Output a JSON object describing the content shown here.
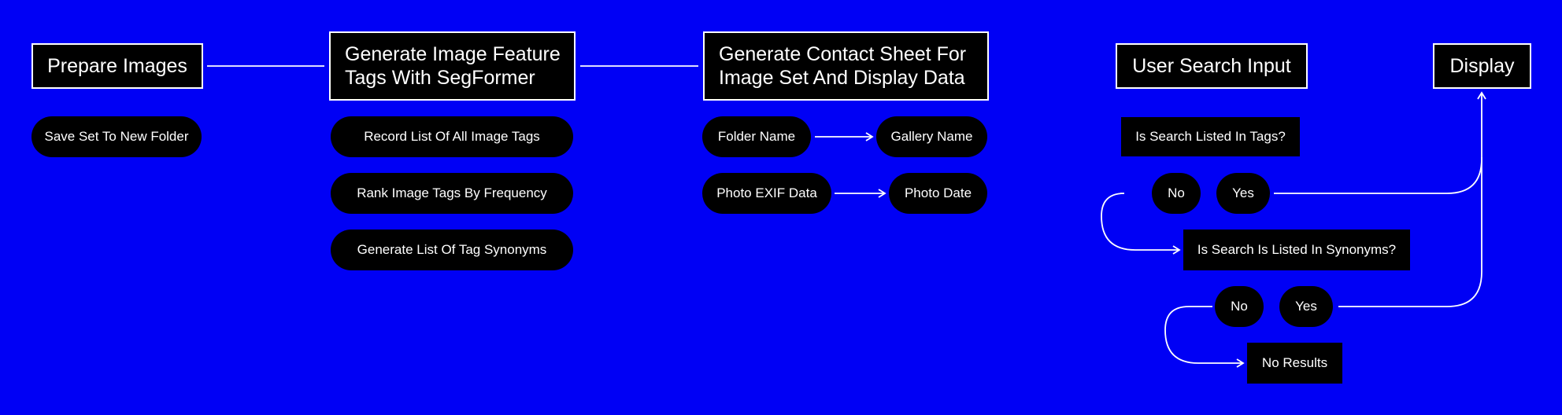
{
  "stages": {
    "prepare": "Prepare Images",
    "segformer_line1": "Generate Image Feature",
    "segformer_line2": "Tags With SegFormer",
    "contact_line1": "Generate Contact Sheet For",
    "contact_line2": "Image Set And Display Data",
    "user_search": "User Search Input",
    "display": "Display"
  },
  "steps": {
    "save_set": "Save Set To New Folder",
    "record_tags": "Record List Of All Image Tags",
    "rank_tags": "Rank Image Tags By Frequency",
    "tag_synonyms": "Generate List Of Tag Synonyms",
    "folder_name": "Folder Name",
    "gallery_name": "Gallery Name",
    "photo_exif": "Photo EXIF Data",
    "photo_date": "Photo Date"
  },
  "decisions": {
    "in_tags": "Is Search Listed In Tags?",
    "no_1": "No",
    "yes_1": "Yes",
    "in_synonyms": "Is Search Is Listed In Synonyms?",
    "no_2": "No",
    "yes_2": "Yes",
    "no_results": "No Results"
  },
  "colors": {
    "background": "#0000f5",
    "node_fill": "#000000",
    "line": "#ffffff"
  }
}
